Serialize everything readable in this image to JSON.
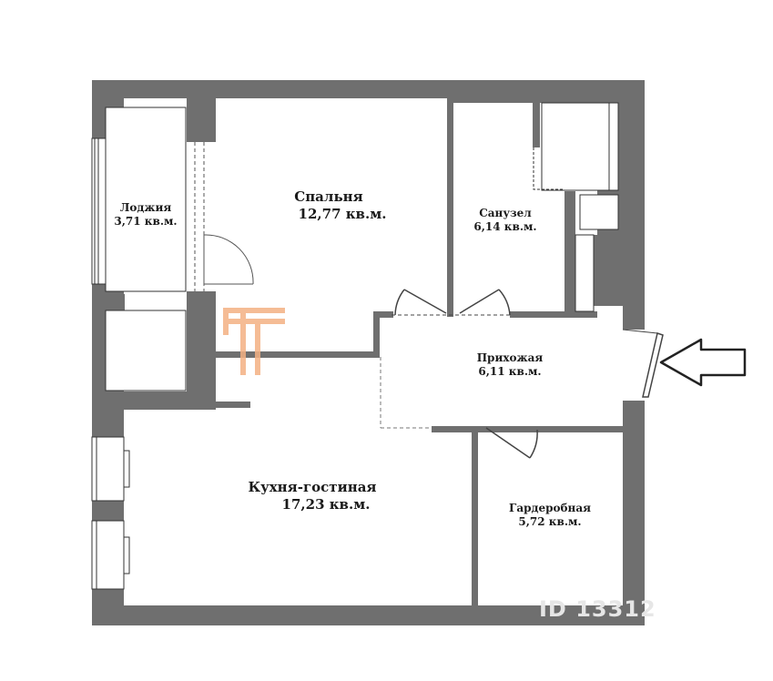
{
  "rooms": {
    "loggia": {
      "name": "Лоджия",
      "area": "3,71 кв.м."
    },
    "bedroom": {
      "name": "Спальня",
      "area": "12,77 кв.м."
    },
    "bathroom": {
      "name": "Санузел",
      "area": "6,14 кв.м."
    },
    "hallway": {
      "name": "Прихожая",
      "area": "6,11 кв.м."
    },
    "kitchen": {
      "name": "Кухня-гостиная",
      "area": "17,23 кв.м."
    },
    "wardrobe": {
      "name": "Гардеробная",
      "area": "5,72 кв.м."
    }
  },
  "watermark": {
    "text": "ID 13312"
  },
  "colors": {
    "wall": "#6f6f6f",
    "logo": "#f4b183",
    "line": "#555555",
    "arrow": "#222222"
  },
  "icons": {
    "entrance": "entrance-arrow-icon",
    "logo": "agency-logo-icon"
  }
}
